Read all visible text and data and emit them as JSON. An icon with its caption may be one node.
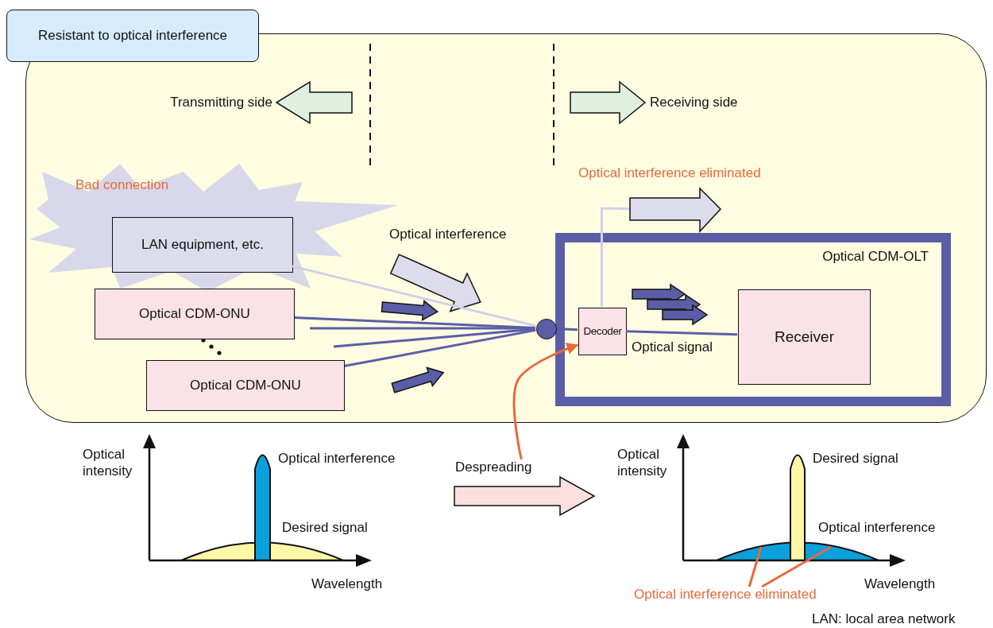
{
  "diagram": {
    "nodes": [
      {
        "text": [
          "Resistant to optical interference"
        ]
      },
      {
        "text": [],
        "shape": "box"
      },
      {
        "text": [
          "Bad connection"
        ],
        "in": 1
      },
      {
        "text": [
          "LAN equipment, etc."
        ],
        "in": 2
      },
      {
        "text": [
          "Optical CDM-ONU"
        ],
        "in": 1
      },
      {
        "text": [
          "Optical CDM-ONU"
        ],
        "in": 1
      },
      {
        "text": [],
        "shape": "circle",
        "in": 1
      },
      {
        "text": [
          "Optical CDM-OLT"
        ],
        "in": 1
      },
      {
        "text": [
          "Decoder"
        ],
        "in": 7
      },
      {
        "text": [
          "Receiver"
        ],
        "in": 7
      },
      {
        "text": [
          "Despreading"
        ]
      },
      {
        "text": [],
        "shape": "arrow",
        "in": 1,
        "beside": [
          "Optical interference eliminated"
        ]
      },
      {
        "text": [
          "Optical interference eliminated"
        ]
      }
    ],
    "edges": [
      {
        "from": 3,
        "to": 6,
        "arrow": "none",
        "color": "#cfd0e8"
      },
      {
        "from": 4,
        "to": 6,
        "arrow": "none"
      },
      {
        "from": null,
        "to": 6,
        "arrow": "none"
      },
      {
        "from": null,
        "to": 6,
        "arrow": "none"
      },
      {
        "from": 5,
        "to": 6,
        "arrow": "none"
      },
      {
        "from": 6,
        "to": 8,
        "arrow": "none"
      },
      {
        "from": 8,
        "to": 9,
        "arrow": "none",
        "label": "Optical signal"
      },
      {
        "from": 8,
        "to": 11,
        "arrow": "none",
        "color": "#cfd0e8"
      },
      {
        "from": 10,
        "to": 8,
        "arrow": "to",
        "color": "#e8693a"
      },
      {
        "from": 12,
        "to": null,
        "arrow": "none",
        "color": "#e8693a"
      },
      {
        "from": 12,
        "to": null,
        "arrow": "none",
        "color": "#e8693a"
      }
    ],
    "labels": [
      "Transmitting side",
      "Receiving side",
      "Optical interference",
      "Optical intensity",
      "Optical interference",
      "Desired signal",
      "Wavelength",
      "Optical intensity",
      "Desired signal",
      "Optical interference",
      "Wavelength",
      "LAN: local area network"
    ]
  }
}
